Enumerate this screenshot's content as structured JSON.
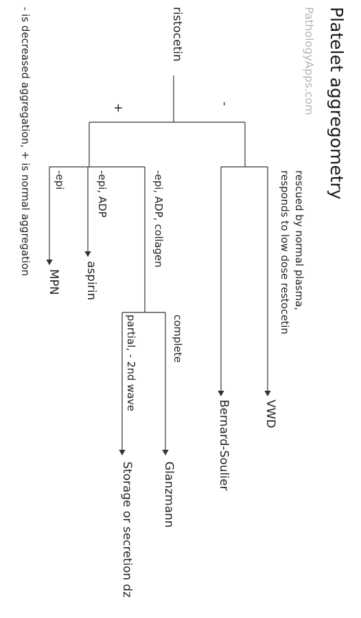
{
  "title": "Platelet aggregometry",
  "watermark": "PathologyApps.com",
  "root": "ristocetin",
  "sign_minus": "-",
  "sign_plus": "+",
  "rescue_line1": "rescued by normal plasma,",
  "rescue_line2": "responds to low dose restocetin",
  "vwd": "VWD",
  "bernard": "Bernard-Soulier",
  "epi_adp_collagen": "-epi, ADP, collagen",
  "complete": "complete",
  "glanzmann": "Glanzmann",
  "partial": "partial, - 2nd wave",
  "storage": "Storage or secretion dz",
  "epi_adp": "-epi, ADP",
  "aspirin": "aspirin",
  "epi": "-epi",
  "mpn": "MPN",
  "footnote": "- is decreased aggregation, + is normal aggregation",
  "colors": {
    "line": "#333333",
    "text": "#222222",
    "watermark": "#b4b4b4"
  }
}
